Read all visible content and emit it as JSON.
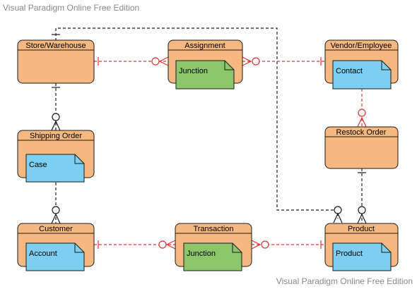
{
  "watermark": {
    "top": "Visual Paradigm Online Free Edition",
    "bottom": "Visual Paradigm Online Free Edition"
  },
  "colors": {
    "entity_fill": "#f5b880",
    "note_green": "#8cc66a",
    "note_blue": "#7ccff0",
    "line_black": "#1a1a1a",
    "line_red": "#e03030"
  },
  "entities": {
    "store_warehouse": "Store/Warehouse",
    "assignment": "Assignment",
    "vendor_employee": "Vendor/Employee",
    "shipping_order": "Shipping Order",
    "restock_order": "Restock Order",
    "customer": "Customer",
    "transaction": "Transaction",
    "product": "Product"
  },
  "notes": {
    "assignment": "Junction",
    "vendor_employee": "Contact",
    "shipping_order": "Case",
    "customer": "Account",
    "transaction": "Junction",
    "product": "Product"
  }
}
